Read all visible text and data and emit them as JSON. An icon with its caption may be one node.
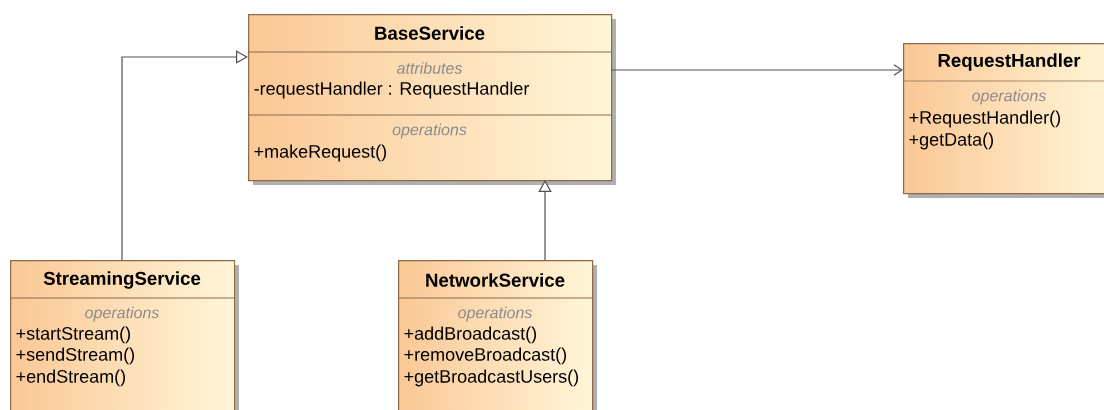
{
  "diagram": {
    "nodes": [
      {
        "text": [
          "BaseService",
          "attributes",
          "-requestHandler : RequestHandler",
          "operations",
          "+makeRequest()"
        ]
      },
      {
        "text": [
          "RequestHandler",
          "operations",
          "+RequestHandler()",
          "+getData()"
        ]
      },
      {
        "text": [
          "StreamingService",
          "operations",
          "+startStream()",
          "+sendStream()",
          "+endStream()"
        ]
      },
      {
        "text": [
          "NetworkService",
          "operations",
          "+addBroadcast()",
          "+removeBroadcast()",
          "+getBroadcastUsers()"
        ]
      }
    ],
    "edges": [
      {
        "from": 2,
        "to": 0,
        "arrow": "to"
      },
      {
        "from": 3,
        "to": 0,
        "arrow": "to"
      },
      {
        "from": 0,
        "to": 1,
        "arrow": "to"
      }
    ]
  }
}
